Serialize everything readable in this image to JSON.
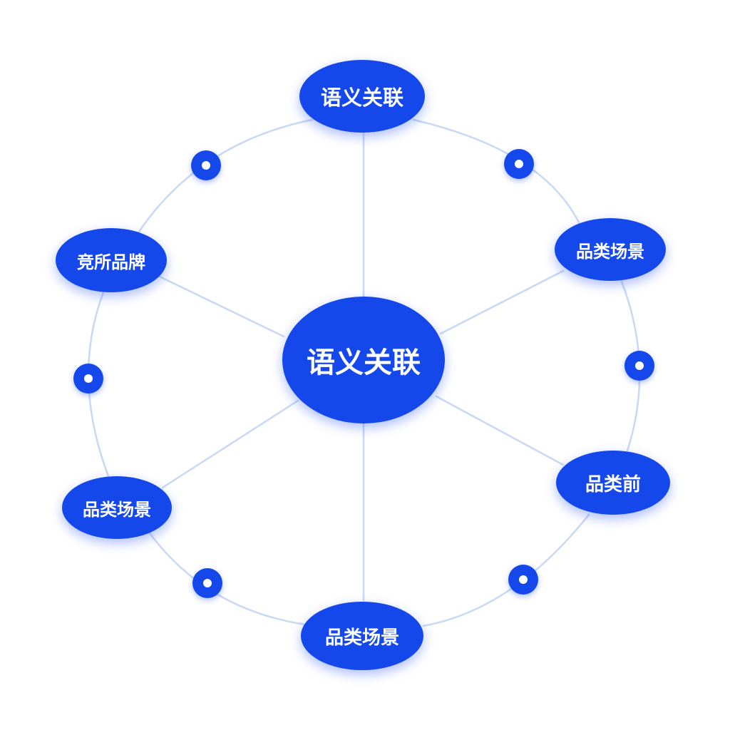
{
  "colors": {
    "node": "#1448ea",
    "link": "#c9d8f6",
    "background": "#ffffff"
  },
  "center": {
    "label": "语义关联"
  },
  "nodes": [
    {
      "label": "语义关联"
    },
    {
      "label": "品类场景"
    },
    {
      "label": "品类前"
    },
    {
      "label": "品类场景"
    },
    {
      "label": "品类场景"
    },
    {
      "label": "竞所品牌"
    }
  ],
  "dot_icon": "ring-dot-icon"
}
